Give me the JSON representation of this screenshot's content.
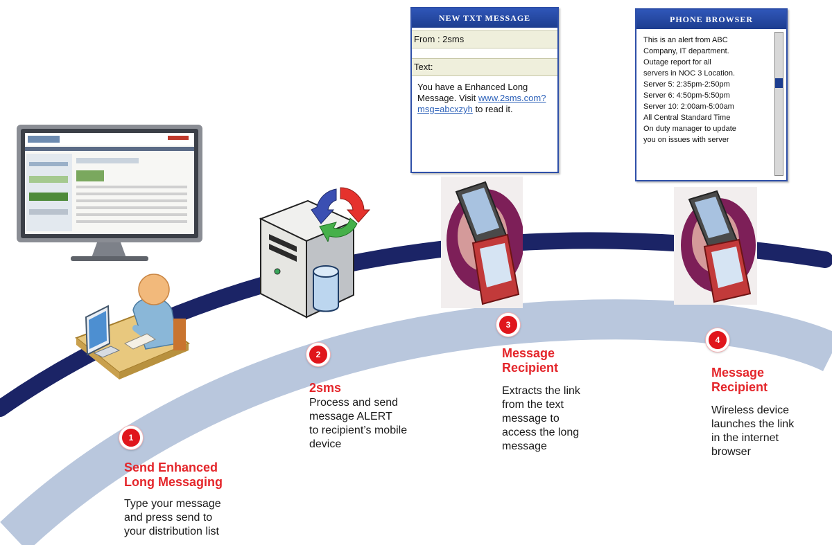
{
  "steps": [
    {
      "number": "1",
      "title": "Send Enhanced\nLong Messaging",
      "description": "Type your message\nand press send to\nyour distribution list"
    },
    {
      "number": "2",
      "title": "2sms",
      "description": "Process and send\nmessage ALERT\nto recipient’s mobile\ndevice"
    },
    {
      "number": "3",
      "title": "Message\nRecipient",
      "description": "Extracts the link\nfrom the text\nmessage to\naccess the long\nmessage"
    },
    {
      "number": "4",
      "title": "Message\nRecipient",
      "description": "Wireless device\nlaunches the link\nin the internet\nbrowser"
    }
  ],
  "sms_panel": {
    "header": "NEW TXT MESSAGE",
    "from_label": "From : 2sms",
    "text_label": "Text:",
    "body_before": "You have a Enhanced Long Message. Visit ",
    "link": "www.2sms.com?msg=abcxzyh",
    "body_after": " to read it."
  },
  "browser_panel": {
    "header": "PHONE BROWSER",
    "lines": [
      "This is an alert from ABC",
      "Company, IT department.",
      "Outage report for all",
      "servers in NOC 3 Location.",
      "Server 5:  2:35pm-2:50pm",
      "Server 6:  4:50pm-5:50pm",
      "Server 10: 2:00am-5:00am",
      "All Central Standard Time",
      "On duty manager to update",
      "you on issues with server"
    ]
  },
  "colors": {
    "dark_arc": "#1b2466",
    "light_arc": "#b9c7dd",
    "accent_red": "#e4262b",
    "panel_blue": "#2e4fa8"
  },
  "icons": [
    "monitor-icon",
    "user-at-desk-icon",
    "server-icon",
    "database-icon",
    "sync-arrows-icon",
    "mobile-phone-icon"
  ]
}
